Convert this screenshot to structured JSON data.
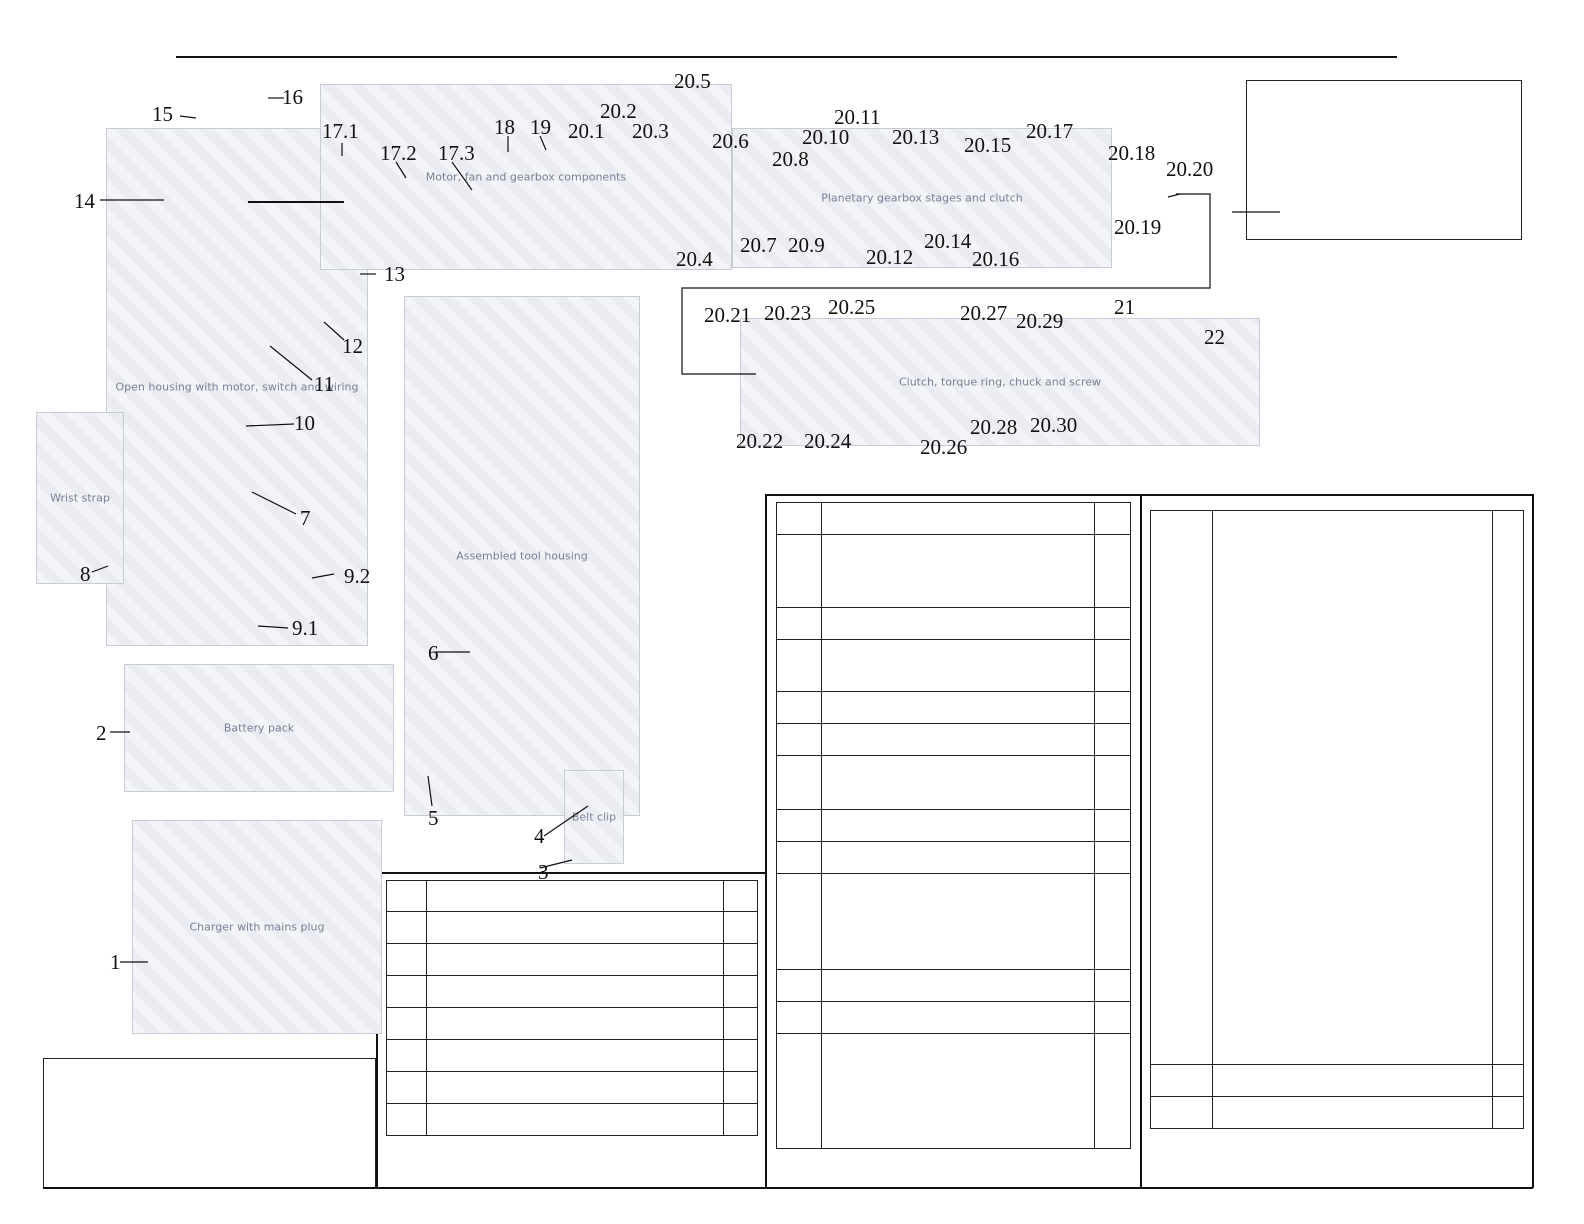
{
  "photos": {
    "housing": "Open housing with motor, switch and wiring",
    "top_parts": "Motor, fan and gearbox components",
    "gear_parts": "Planetary gearbox stages and clutch",
    "clutch_parts": "Clutch, torque ring, chuck and screw",
    "tool_body": "Assembled tool housing",
    "battery": "Battery pack",
    "charger": "Charger with mains plug",
    "lanyard": "Wrist strap",
    "clip": "Belt clip"
  },
  "callouts": [
    {
      "id": "16",
      "text": "16"
    },
    {
      "id": "15",
      "text": "15"
    },
    {
      "id": "14",
      "text": "14"
    },
    {
      "id": "17.1",
      "text": "17.1"
    },
    {
      "id": "17.2",
      "text": "17.2"
    },
    {
      "id": "17.3",
      "text": "17.3"
    },
    {
      "id": "18",
      "text": "18"
    },
    {
      "id": "19",
      "text": "19"
    },
    {
      "id": "20.1",
      "text": "20.1"
    },
    {
      "id": "20.2",
      "text": "20.2"
    },
    {
      "id": "20.3",
      "text": "20.3"
    },
    {
      "id": "20.4",
      "text": "20.4"
    },
    {
      "id": "20.5",
      "text": "20.5"
    },
    {
      "id": "20.6",
      "text": "20.6"
    },
    {
      "id": "20.7",
      "text": "20.7"
    },
    {
      "id": "20.8",
      "text": "20.8"
    },
    {
      "id": "20.9",
      "text": "20.9"
    },
    {
      "id": "20.10",
      "text": "20.10"
    },
    {
      "id": "20.11",
      "text": "20.11"
    },
    {
      "id": "20.12",
      "text": "20.12"
    },
    {
      "id": "20.13",
      "text": "20.13"
    },
    {
      "id": "20.14",
      "text": "20.14"
    },
    {
      "id": "20.15",
      "text": "20.15"
    },
    {
      "id": "20.16",
      "text": "20.16"
    },
    {
      "id": "20.17",
      "text": "20.17"
    },
    {
      "id": "20.18",
      "text": "20.18"
    },
    {
      "id": "20.19",
      "text": "20.19"
    },
    {
      "id": "20.20",
      "text": "20.20"
    },
    {
      "id": "13",
      "text": "13"
    },
    {
      "id": "12",
      "text": "12"
    },
    {
      "id": "11",
      "text": "11"
    },
    {
      "id": "10",
      "text": "10"
    },
    {
      "id": "7",
      "text": "7"
    },
    {
      "id": "8",
      "text": "8"
    },
    {
      "id": "9.2",
      "text": "9.2"
    },
    {
      "id": "9.1",
      "text": "9.1"
    },
    {
      "id": "6",
      "text": "6"
    },
    {
      "id": "2",
      "text": "2"
    },
    {
      "id": "5",
      "text": "5"
    },
    {
      "id": "4",
      "text": "4"
    },
    {
      "id": "3",
      "text": "3"
    },
    {
      "id": "1",
      "text": "1"
    },
    {
      "id": "20.21",
      "text": "20.21"
    },
    {
      "id": "20.22",
      "text": "20.22"
    },
    {
      "id": "20.23",
      "text": "20.23"
    },
    {
      "id": "20.24",
      "text": "20.24"
    },
    {
      "id": "20.25",
      "text": "20.25"
    },
    {
      "id": "20.26",
      "text": "20.26"
    },
    {
      "id": "20.27",
      "text": "20.27"
    },
    {
      "id": "20.28",
      "text": "20.28"
    },
    {
      "id": "20.29",
      "text": "20.29"
    },
    {
      "id": "20.30",
      "text": "20.30"
    },
    {
      "id": "21",
      "text": "21"
    },
    {
      "id": "22",
      "text": "22"
    }
  ]
}
